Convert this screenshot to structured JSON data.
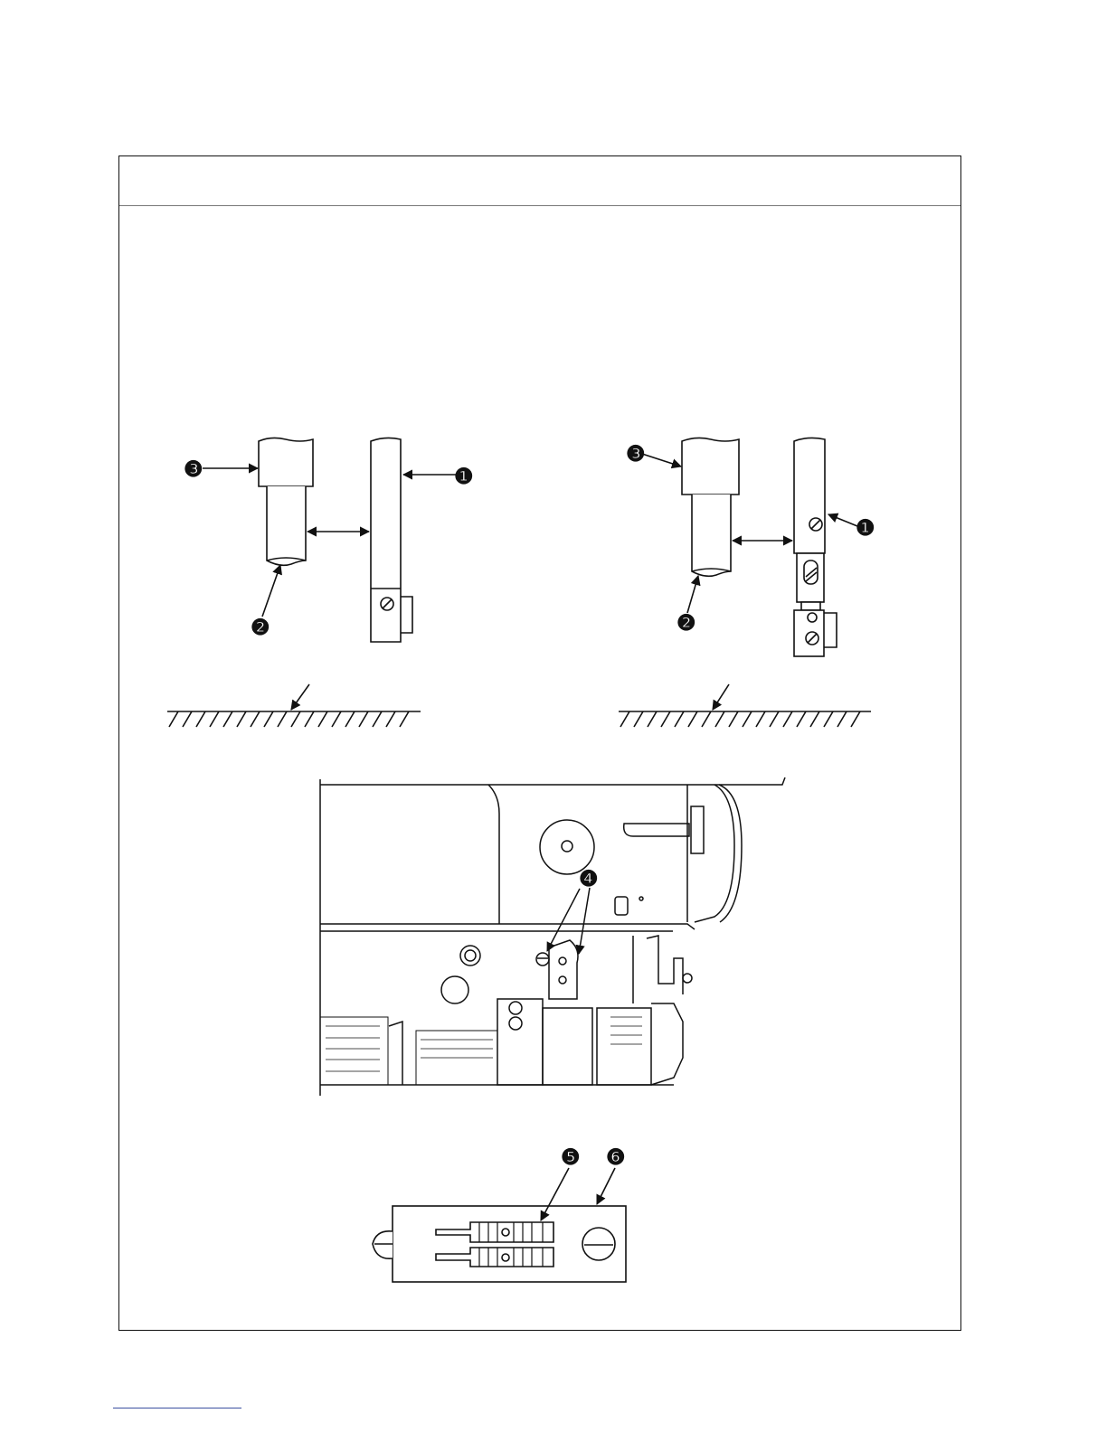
{
  "figures": {
    "upper_left": {
      "callouts": [
        "❸",
        "❶",
        "❷"
      ]
    },
    "upper_right": {
      "callouts": [
        "❸",
        "❶",
        "❷"
      ]
    },
    "machine": {
      "callouts": [
        "❹"
      ]
    },
    "throat_plate": {
      "callouts": [
        "❺",
        "❻"
      ]
    }
  },
  "colors": {
    "line": "#111111",
    "frame": "#111111",
    "footer_rule": "#3a4fa0"
  }
}
